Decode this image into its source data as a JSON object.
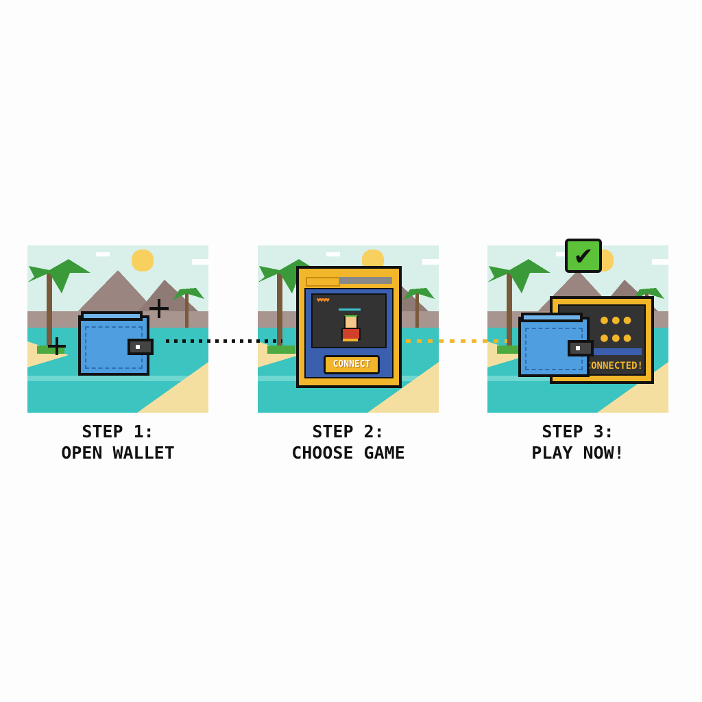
{
  "steps": [
    {
      "title": "STEP 1:",
      "subtitle": "OPEN WALLET"
    },
    {
      "title": "STEP 2:",
      "subtitle": "CHOOSE GAME",
      "button": "CONNECT"
    },
    {
      "title": "STEP 3:",
      "subtitle": "PLAY NOW!",
      "status": "CONNECTED!"
    }
  ],
  "colors": {
    "sky": "#d9f0ea",
    "sea": "#3cc4c0",
    "sand": "#f5dfa0",
    "mountain": "#9a8580",
    "palm": "#3a9a3a",
    "wallet": "#4e9ee0",
    "frame": "#f2b62b",
    "screen": "#3a5fae",
    "check": "#5cc23a",
    "connector1": "#111111",
    "connector2": "#f2b62b"
  },
  "icons": [
    "palm-tree-icon",
    "sun-icon",
    "wallet-icon",
    "sparkle-icon",
    "game-window-icon",
    "character-icon",
    "checkmark-icon"
  ]
}
